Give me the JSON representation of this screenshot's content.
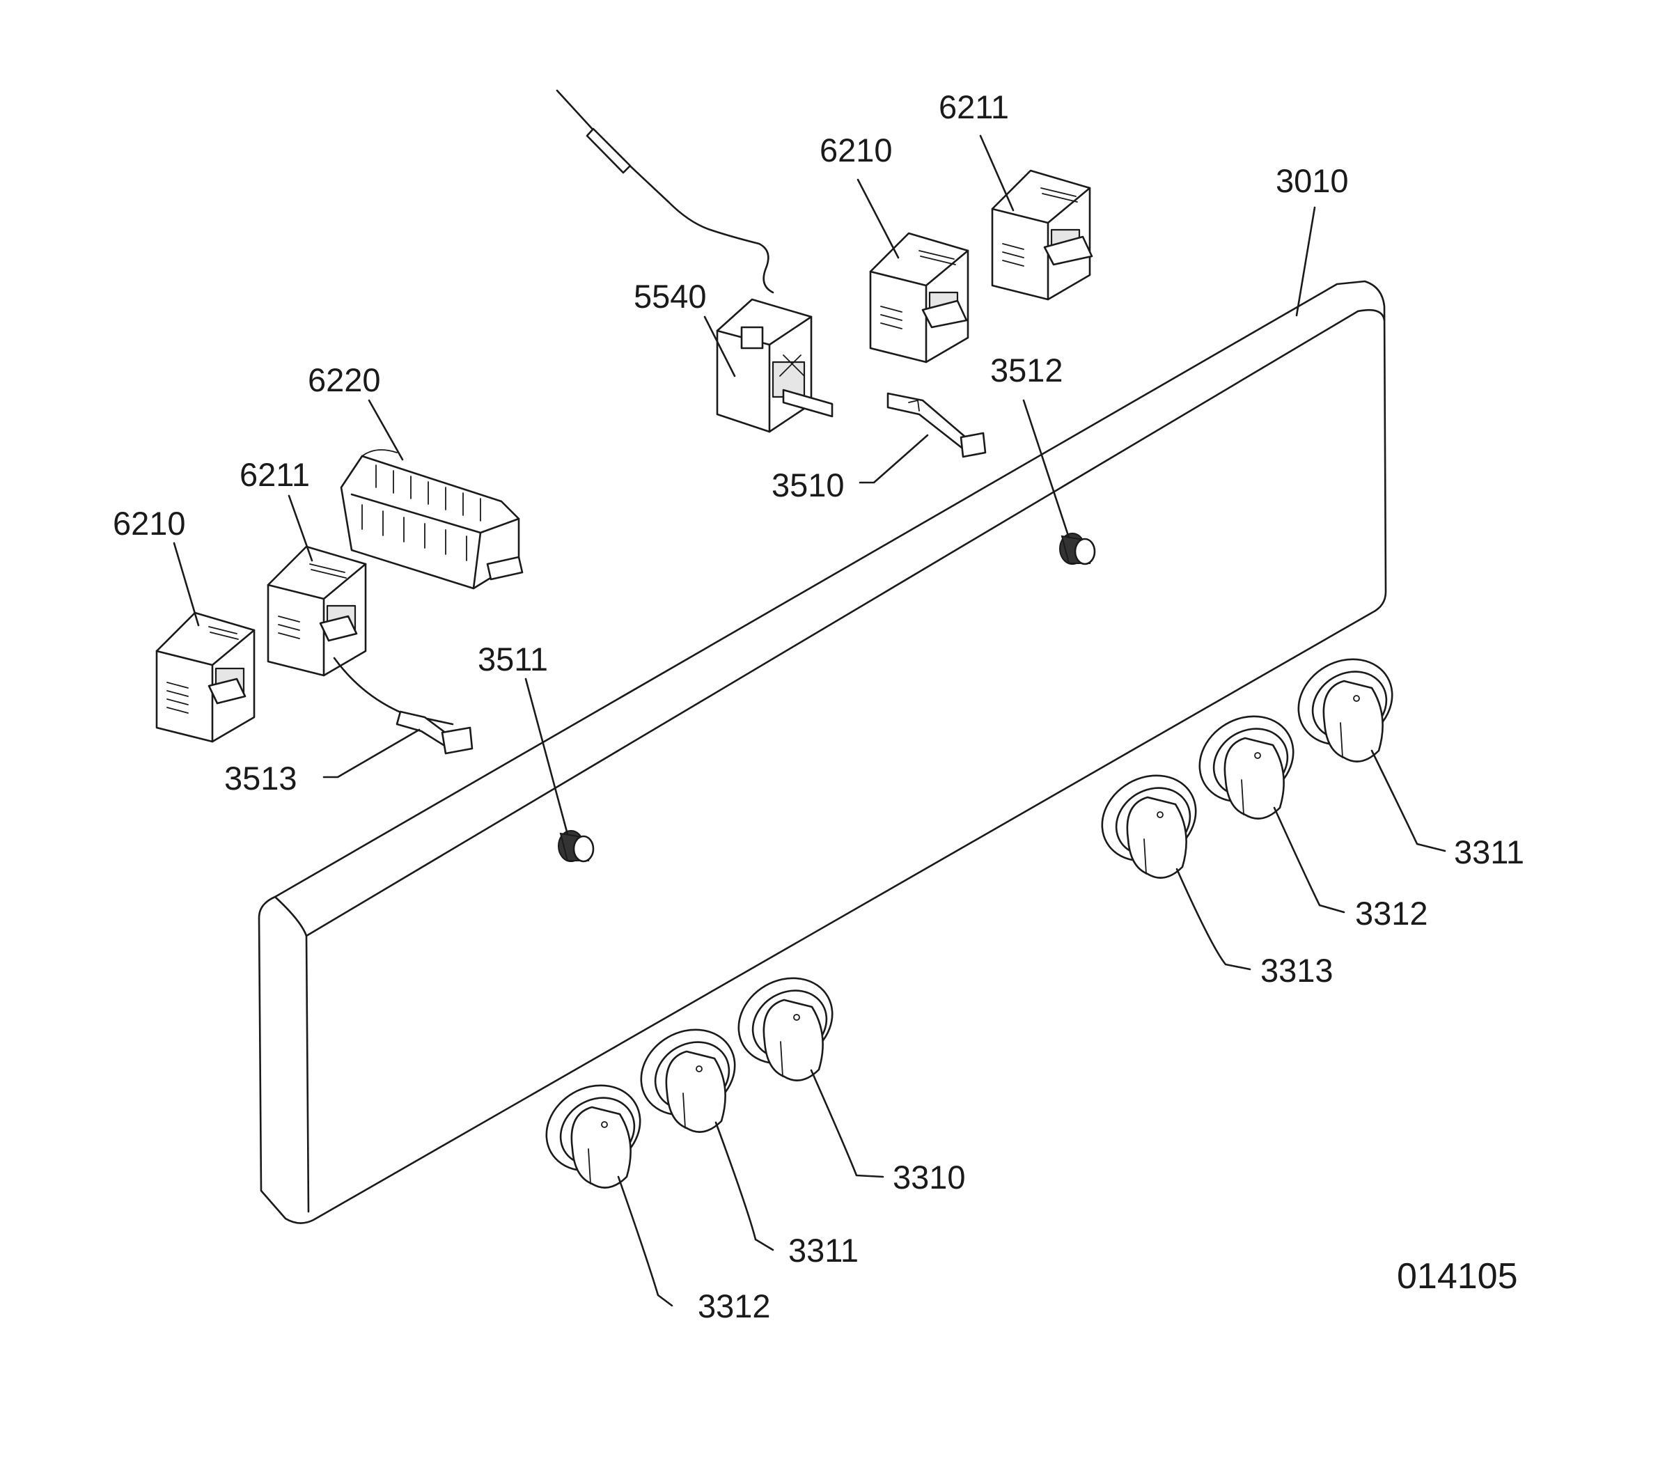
{
  "diagram": {
    "drawing_number": "014105",
    "callouts": {
      "panel": "3010",
      "indicator_left": "3511",
      "indicator_right": "3512",
      "lamp_holder_center": "3510",
      "lamp_holder_left": "3513",
      "thermostat": "5540",
      "selector_switch": "6220",
      "regulator_left_front": "6210",
      "regulator_left_rear": "6211",
      "regulator_right_front": "6210",
      "regulator_right_rear": "6211",
      "knob_front_1": "3312",
      "knob_front_2": "3311",
      "knob_front_3": "3310",
      "knob_rear_1": "3313",
      "knob_rear_2": "3312",
      "knob_rear_3": "3311"
    }
  }
}
